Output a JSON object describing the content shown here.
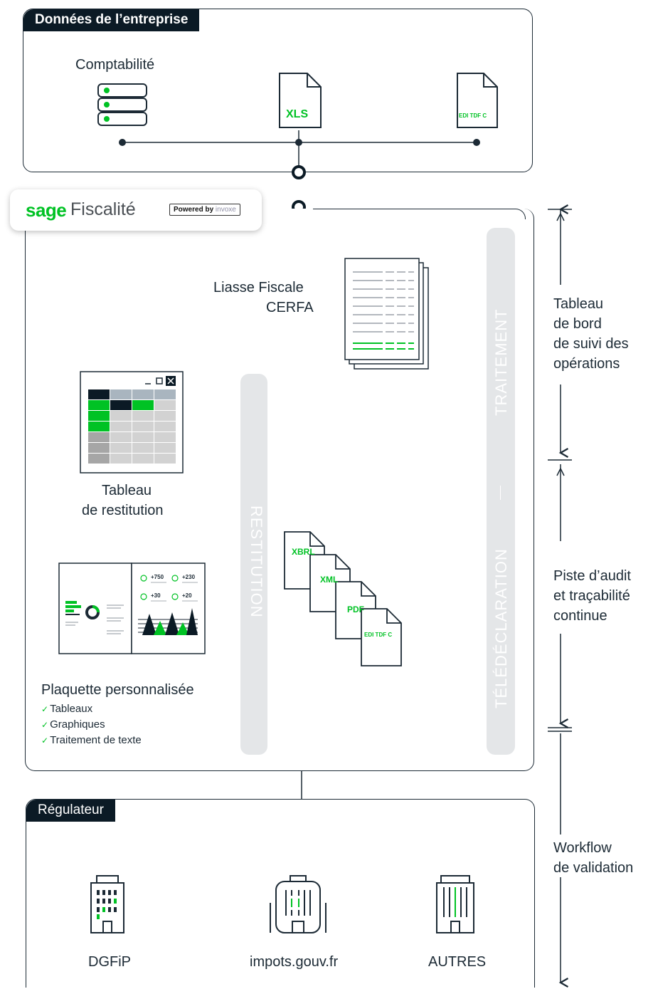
{
  "top_panel": {
    "tab_label": "Données de l’entreprise",
    "comptabilite_label": "Comptabilité",
    "xls_label": "XLS",
    "edi_label": "EDI TDF C"
  },
  "sage": {
    "brand": "sage",
    "product": "Fiscalité",
    "powered_prefix": "Powered by",
    "powered_brand": "invoxe"
  },
  "main_panel": {
    "liasse_line1": "Liasse Fiscale",
    "liasse_line2": "CERFA",
    "tableau_line1": "Tableau",
    "tableau_line2": "de restitution",
    "plaquette_title": "Plaquette personnalisée",
    "plaquette_items": [
      "Tableaux",
      "Graphiques",
      "Traitement de texte"
    ],
    "band_traitement": "TRAITEMENT",
    "band_teledeclaration": "TÉLÉDÉCLARATION",
    "band_restitution": "RESTITUTION",
    "files": [
      "XBRL",
      "XML",
      "PDF",
      "EDI TDF C"
    ],
    "plaquette_stats": [
      "+750",
      "+230",
      "+30",
      "+20"
    ]
  },
  "regulator_panel": {
    "tab_label": "Régulateur",
    "targets": [
      "DGFiP",
      "impots.gouv.fr",
      "AUTRES"
    ]
  },
  "side_labels": {
    "tableau_bord": [
      "Tableau",
      "de bord",
      "de suivi des",
      "opérations"
    ],
    "piste_audit": [
      "Piste d’audit",
      "et traçabilité",
      "continue"
    ],
    "workflow": [
      "Workflow",
      "de validation"
    ]
  },
  "colors": {
    "accent_green": "#00c224",
    "navy": "#0b1a25",
    "band_grey": "#e4e6e8"
  }
}
